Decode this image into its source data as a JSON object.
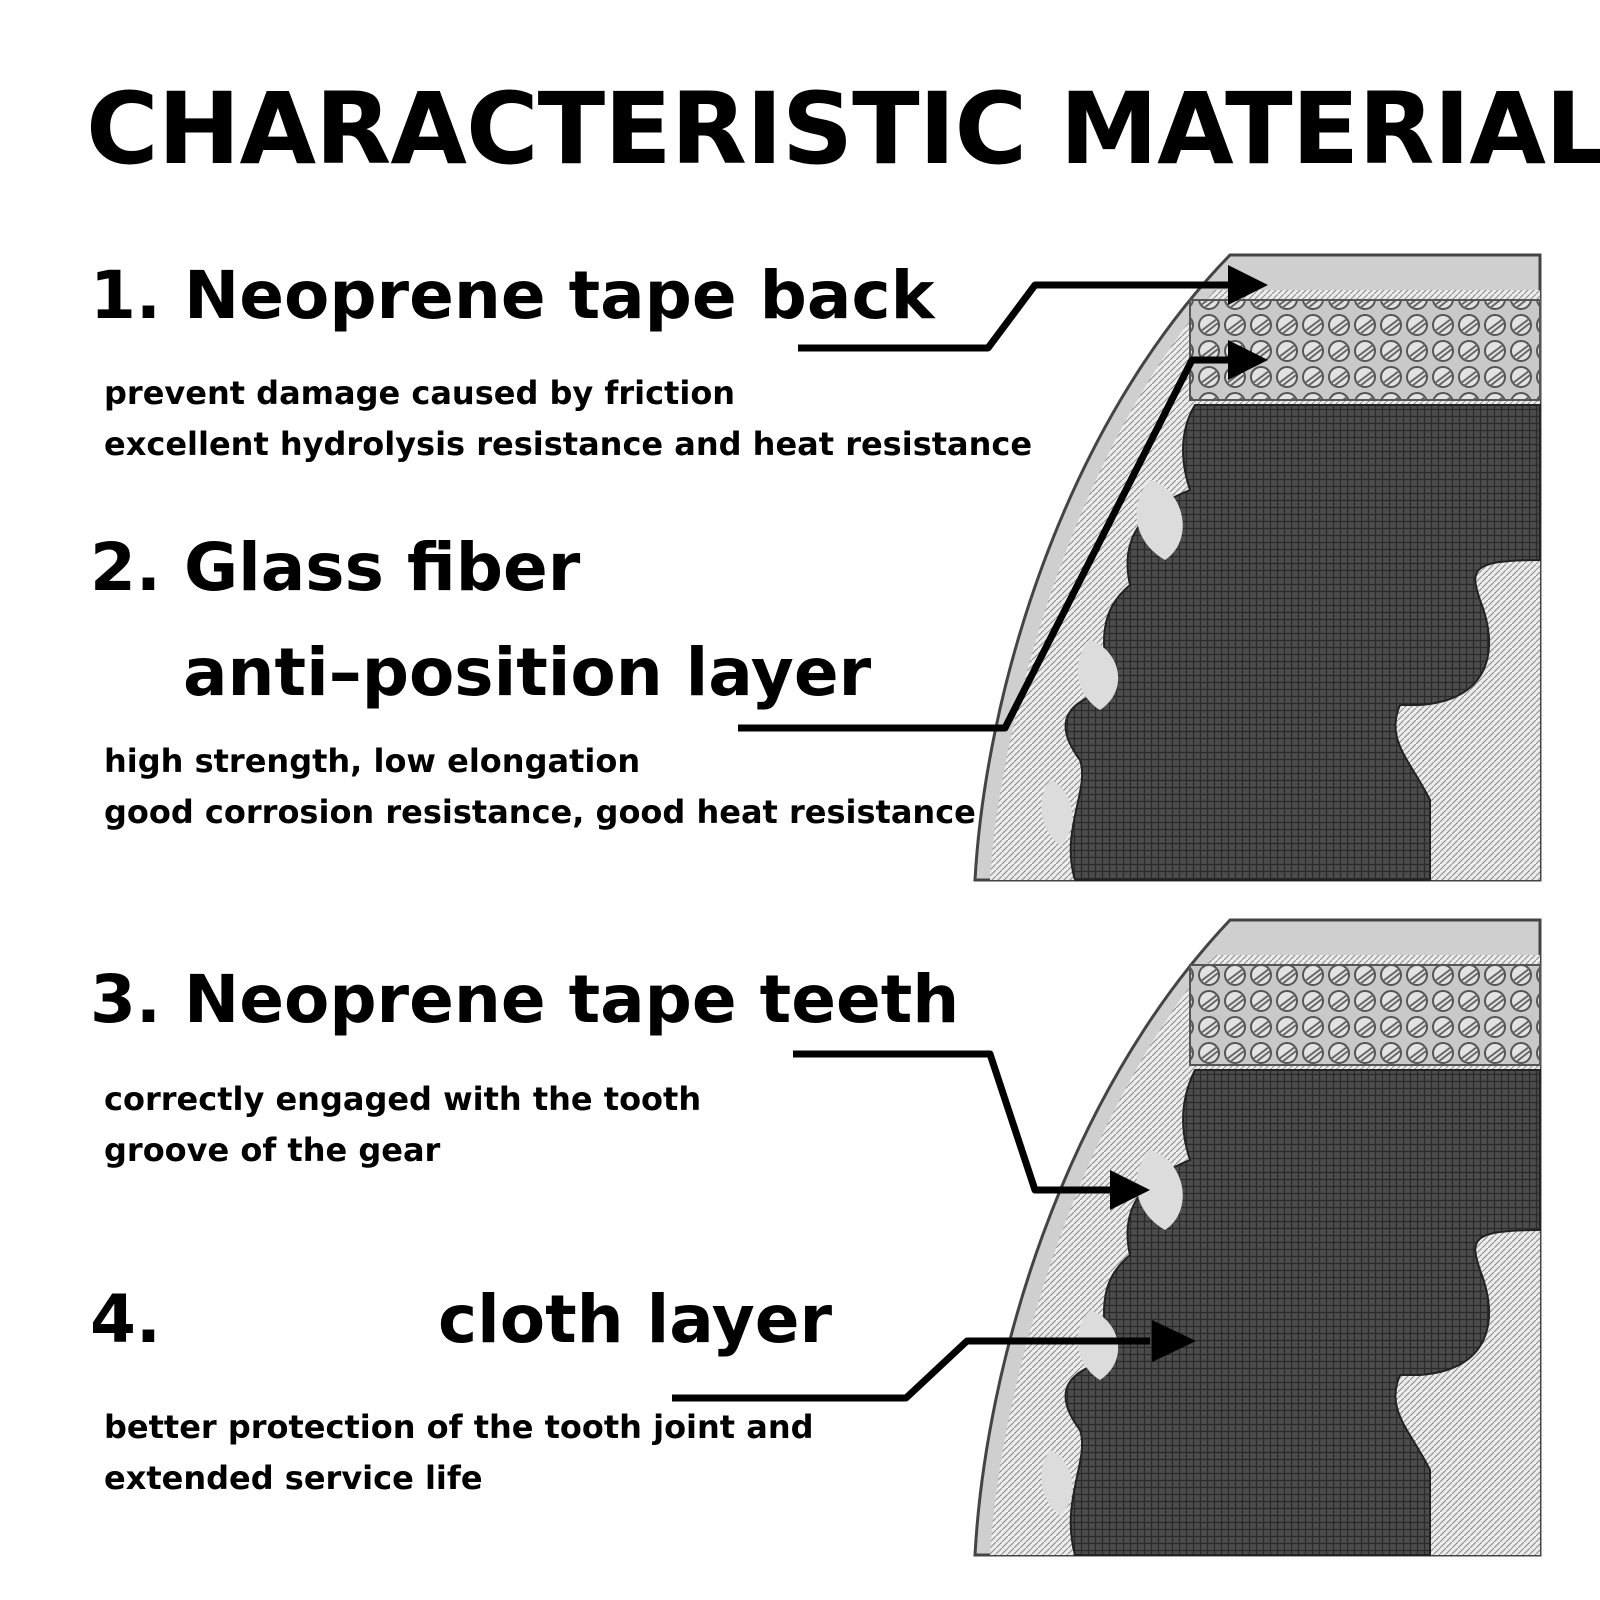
{
  "title": "CHARACTERISTIC MATERIAL",
  "items": [
    {
      "heading": "1. Neoprene tape back",
      "lines": [
        "prevent damage caused by friction",
        "excellent hydrolysis resistance and heat resistance"
      ]
    },
    {
      "heading": "2. Glass fiber",
      "heading_line2": "anti–position layer",
      "lines": [
        "high strength, low elongation",
        "good corrosion resistance, good heat resistance"
      ]
    },
    {
      "heading": "3. Neoprene tape teeth",
      "lines": [
        "correctly engaged with the tooth",
        "groove of the gear"
      ]
    },
    {
      "number": "4.",
      "heading": "cloth layer",
      "lines": [
        "better protection of the tooth joint and",
        "extended service life"
      ]
    }
  ],
  "colors": {
    "text": "#000000",
    "belt_teeth": "#4a4a4a",
    "belt_back": "#d4d4d4",
    "belt_cord": "#b8b8b8",
    "arrow": "#000000"
  }
}
